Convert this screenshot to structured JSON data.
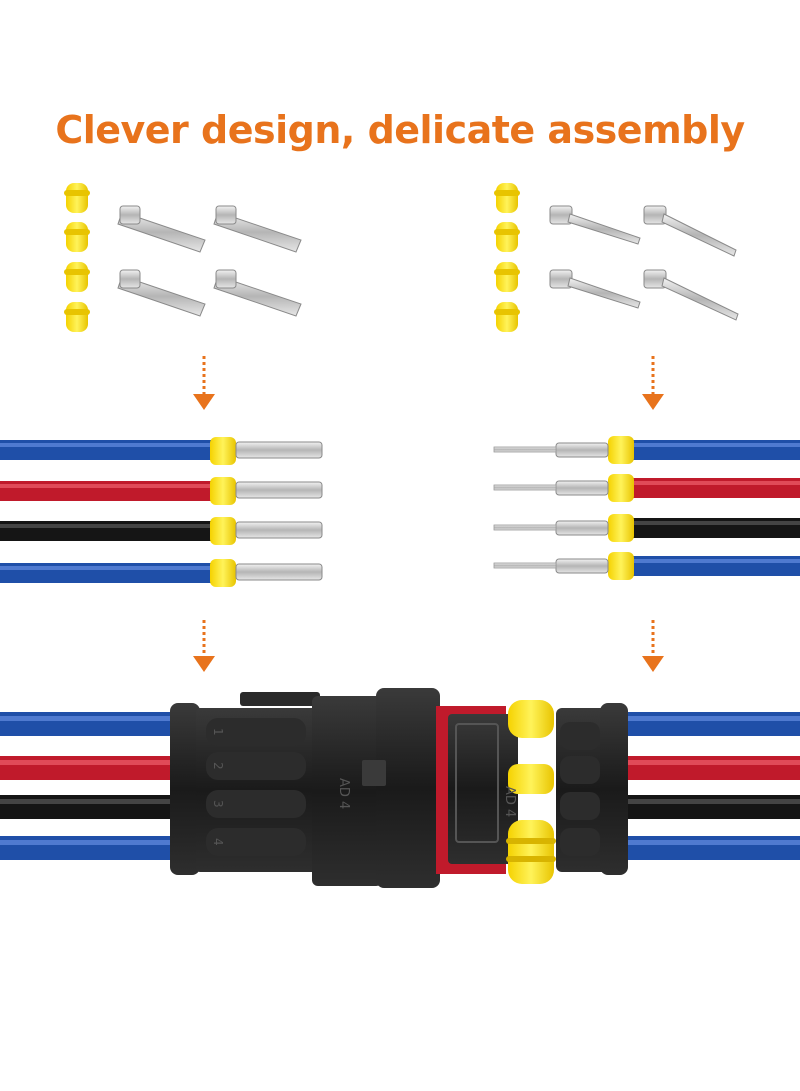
{
  "headline": "Clever design, delicate assembly",
  "colors": {
    "headline": "#e8731c",
    "arrow": "#e8731c",
    "seal": "#ffe22a",
    "seal_shade": "#d8b400",
    "wire_blue": "#1f4fa8",
    "wire_red": "#c01a2b",
    "wire_black": "#151515",
    "housing": "#1c1c1c",
    "metal": "#c9c9c9"
  },
  "wire_colors": [
    "wire_blue",
    "wire_red",
    "wire_black",
    "wire_blue"
  ],
  "connector": {
    "mark_left": "AD 4",
    "mark_right": "AD 4",
    "pin_numbers": [
      "1",
      "2",
      "3",
      "4"
    ]
  },
  "icons": [
    "seal-icon",
    "terminal-icon",
    "down-arrow-icon",
    "wire-icon",
    "connector-housing-icon"
  ]
}
